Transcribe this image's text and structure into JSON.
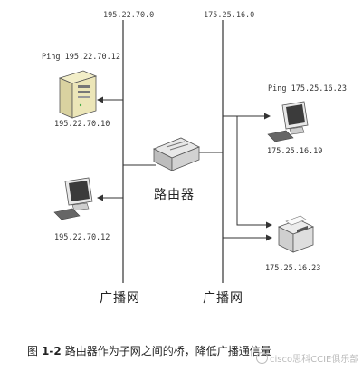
{
  "networks": {
    "left_ip": "195.22.70.0",
    "right_ip": "175.25.16.0",
    "left_name": "广播网",
    "right_name": "广播网"
  },
  "nodes": {
    "server": {
      "ping": "Ping 195.22.70.12",
      "ip": "195.22.70.10",
      "icon": "server-icon"
    },
    "pc_left": {
      "ip": "195.22.70.12",
      "icon": "computer-icon"
    },
    "router": {
      "label": "路由器",
      "icon": "router-icon"
    },
    "pc_right": {
      "ping": "Ping 175.25.16.23",
      "ip": "175.25.16.19",
      "icon": "computer-icon"
    },
    "printer": {
      "ip": "175.25.16.23",
      "icon": "printer-icon"
    }
  },
  "caption": {
    "prefix": "图",
    "number": "1-2",
    "text": "路由器作为子网之间的桥，降低广播通信量"
  },
  "watermark": "cisco思科CCIE俱乐部",
  "colors": {
    "line": "#333333",
    "background": "#ffffff"
  }
}
